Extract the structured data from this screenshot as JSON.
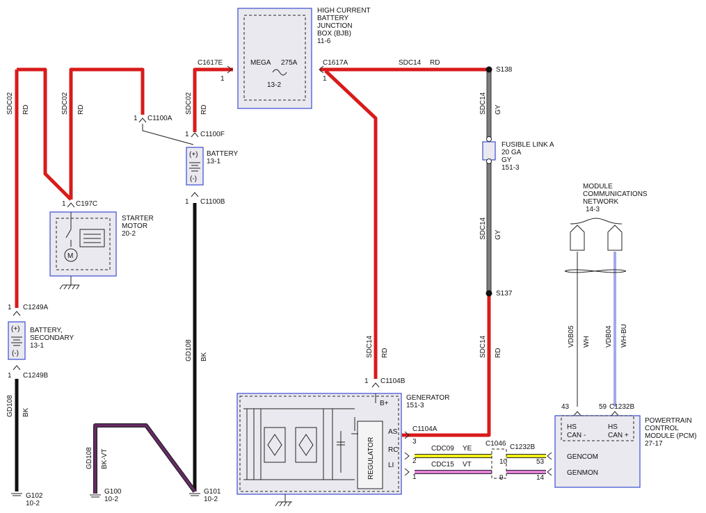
{
  "bjb": {
    "l1": "HIGH CURRENT",
    "l2": "BATTERY",
    "l3": "JUNCTION",
    "l4": "BOX (BJB)",
    "ref": "11-6",
    "fuse_name": "MEGA",
    "fuse_amp": "275A",
    "fuse_ref": "13-2"
  },
  "connectors": {
    "c1617e": "C1617E",
    "c1617a": "C1617A",
    "c1100a": "C1100A",
    "c1100f": "C1100F",
    "c1100b": "C1100B",
    "c197c": "C197C",
    "c1249a": "C1249A",
    "c1249b": "C1249B",
    "c1104b": "C1104B",
    "c1104a": "C1104A",
    "c1046": "C1046",
    "c1232b_top": "C1232B",
    "c1232b_side": "C1232B",
    "s138": "S138",
    "s137": "S137"
  },
  "pins": {
    "p1": "1",
    "p2": "2",
    "p3": "3",
    "p9": "9",
    "p10": "10",
    "p14": "14",
    "p43": "43",
    "p53": "53",
    "p59": "59"
  },
  "circuits": {
    "sdc02": "SDC02",
    "rd": "RD",
    "sdc14": "SDC14",
    "gy": "GY",
    "gd108": "GD108",
    "bk": "BK",
    "bkvt": "BK-VT",
    "cdc09": "CDC09",
    "ye": "YE",
    "cdc15": "CDC15",
    "vt": "VT",
    "vdb05": "VDB05",
    "wh": "WH",
    "vdb04": "VDB04",
    "whbu": "WH-BU"
  },
  "battery": {
    "title": "BATTERY",
    "ref": "13-1",
    "plus": "(+)",
    "minus": "(-)"
  },
  "battery_secondary": {
    "l1": "BATTERY,",
    "l2": "SECONDARY",
    "ref": "13-1",
    "plus": "(+)",
    "minus": "(-)"
  },
  "starter": {
    "l1": "STARTER",
    "l2": "MOTOR",
    "ref": "20-2",
    "motor": "M"
  },
  "fusible": {
    "l1": "FUSIBLE LINK A",
    "l2": "20 GA",
    "l3": "GY",
    "ref": "151-3"
  },
  "network": {
    "l1": "MODULE",
    "l2": "COMMUNICATIONS",
    "l3": "NETWORK",
    "ref": "14-3"
  },
  "generator": {
    "title": "GENERATOR",
    "ref": "151-3",
    "regulator": "REGULATOR",
    "bplus": "B+",
    "as": "AS",
    "rc": "RC",
    "li": "LI"
  },
  "pcm": {
    "l1": "POWERTRAIN",
    "l2": "CONTROL",
    "l3": "MODULE (PCM)",
    "ref": "27-17",
    "hs1": "HS",
    "canm": "CAN -",
    "hs2": "HS",
    "canp": "CAN +",
    "gencom": "GENCOM",
    "genmon": "GENMON"
  },
  "grounds": {
    "g102": "G102",
    "g102ref": "10-2",
    "g100": "G100",
    "g100ref": "10-2",
    "g101": "G101",
    "g101ref": "10-2"
  },
  "colors": {
    "red_wire": "#d81b1b",
    "black_wire": "#111111",
    "gray_wire": "#7d7d7d",
    "yellow_wire": "#f2ee1c",
    "violet_wire": "#e27fd8",
    "bkvt_wire": "#6a2a6a",
    "box_border": "#3a4ad0"
  }
}
